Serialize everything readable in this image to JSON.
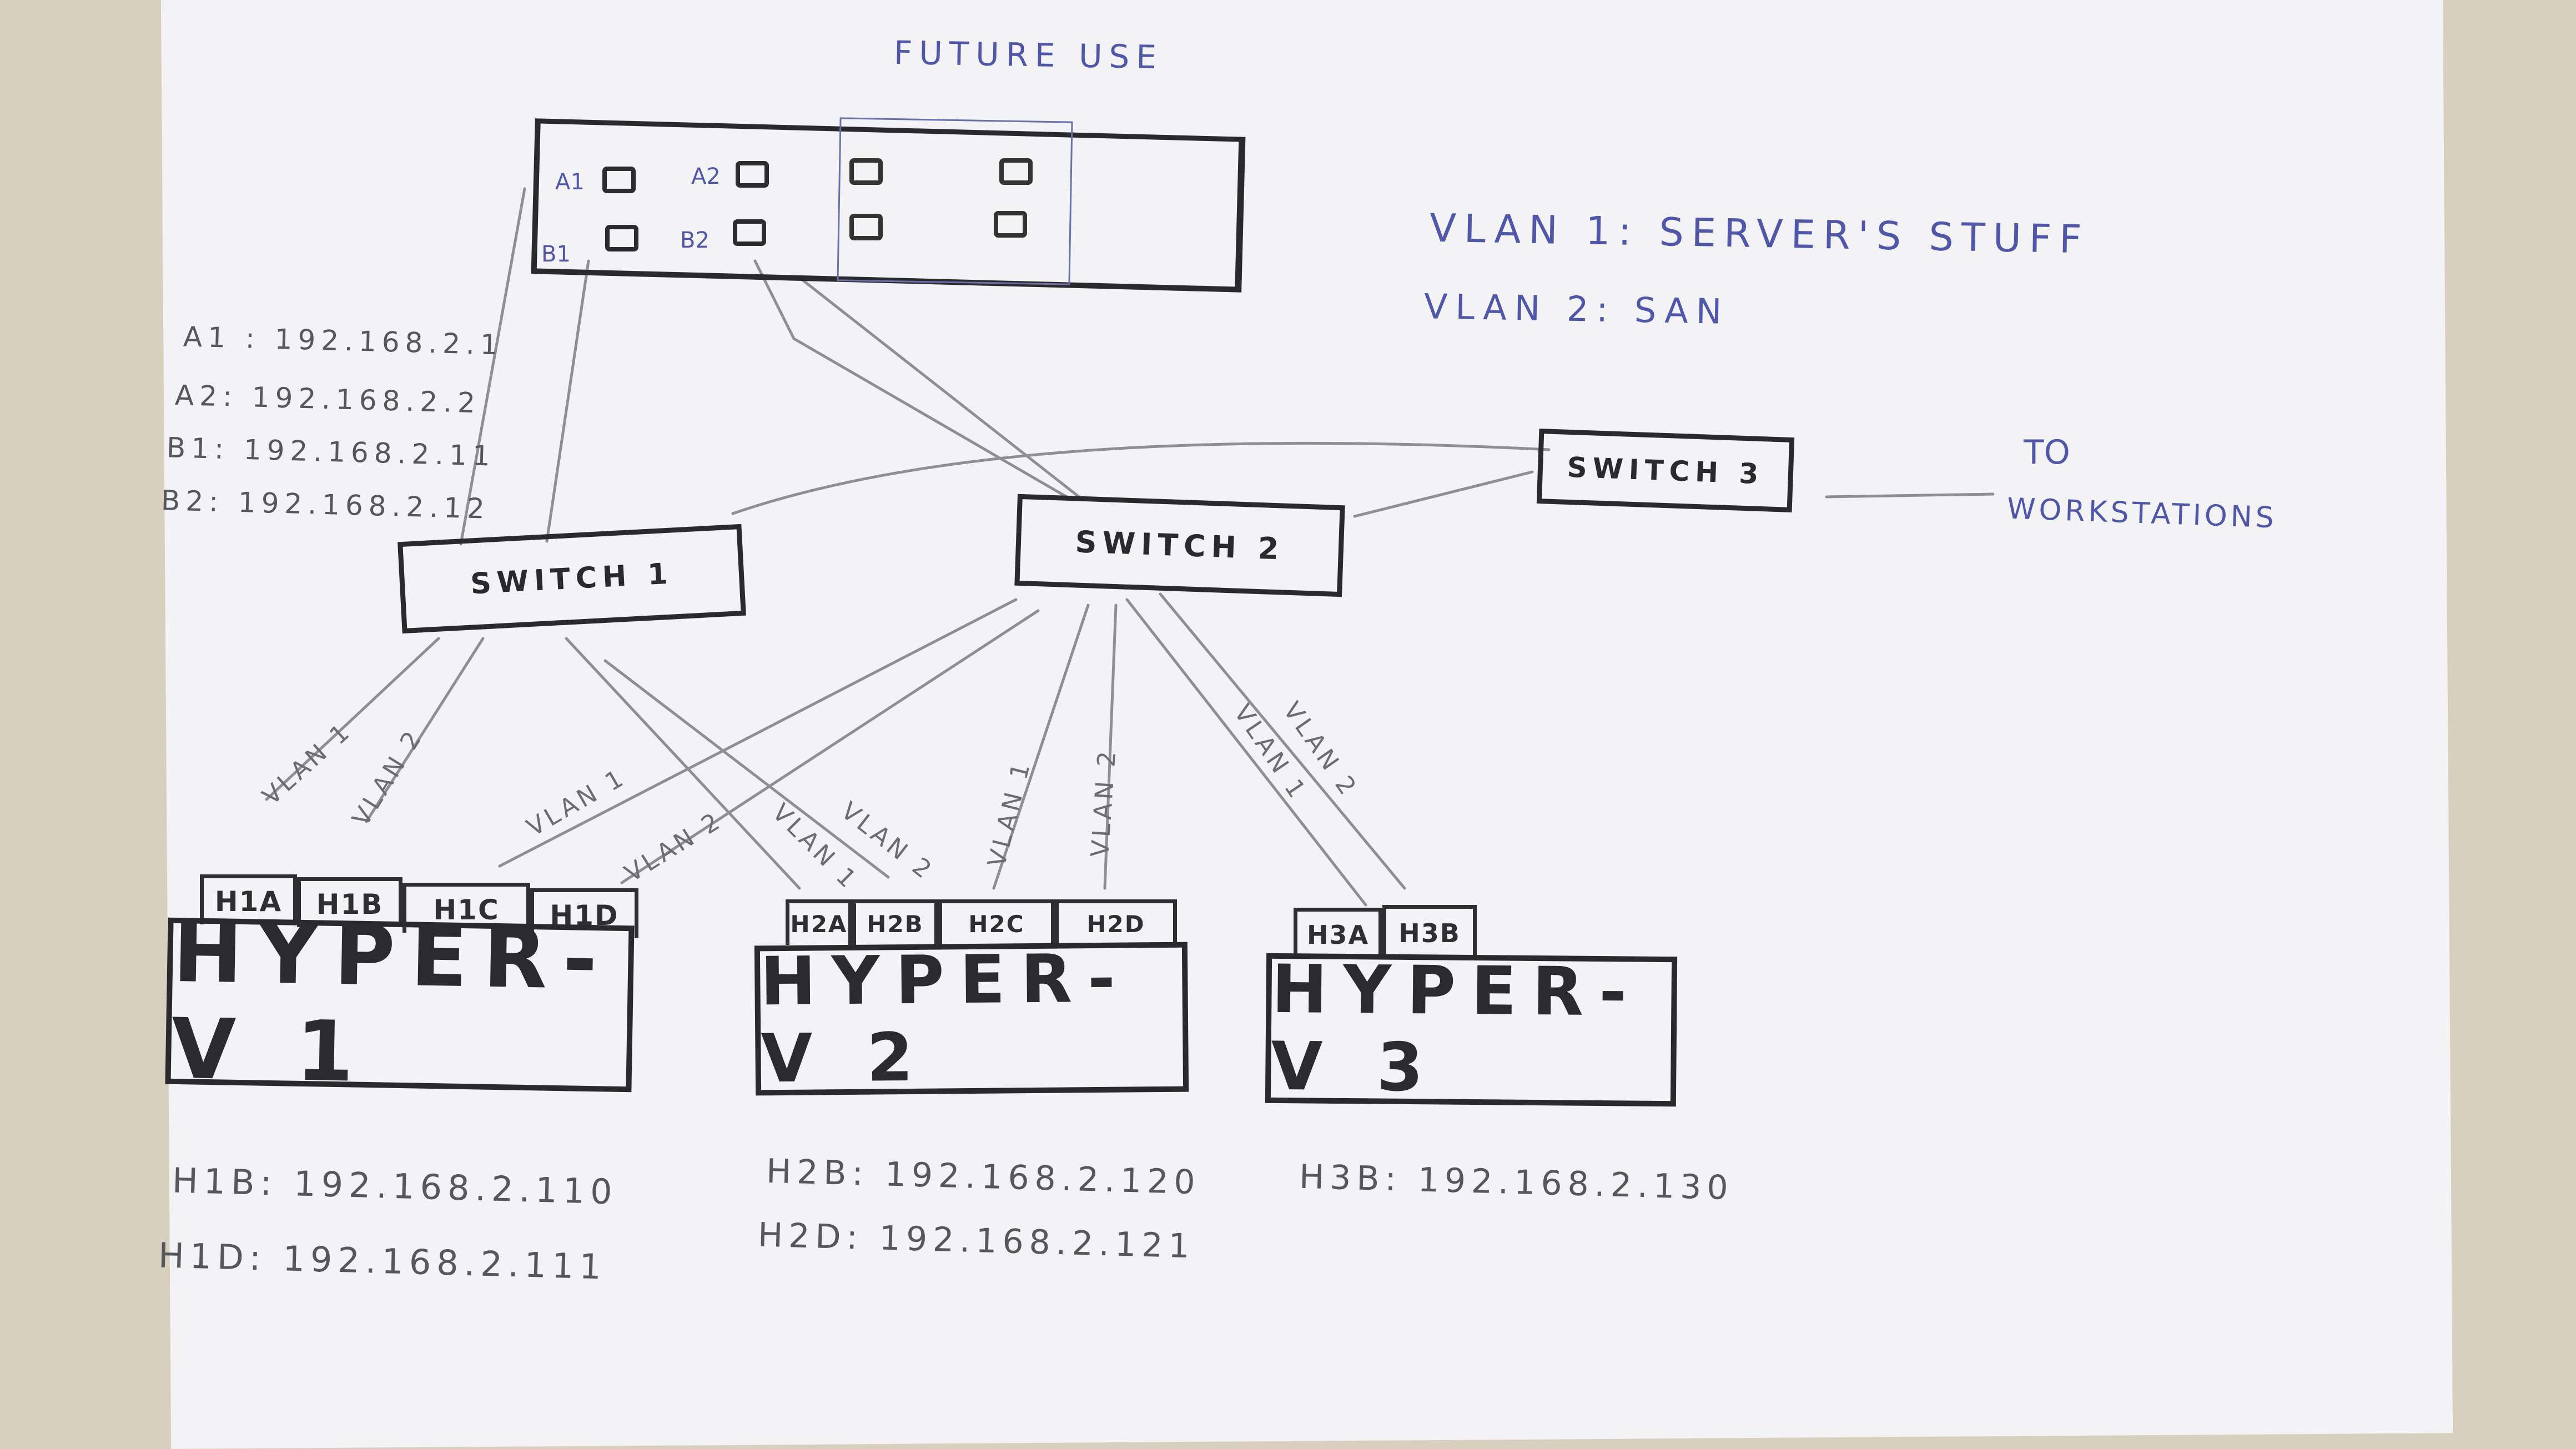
{
  "title": "FUTURE USE",
  "legend": [
    "VLAN 1: SERVER'S STUFF",
    "VLAN 2: SAN"
  ],
  "storage": {
    "ports": [
      "A1",
      "A2",
      "B1",
      "B2"
    ],
    "addresses": [
      "A1 : 192.168.2.1",
      "A2: 192.168.2.2",
      "B1: 192.168.2.11",
      "B2: 192.168.2.12"
    ]
  },
  "switches": [
    "SWITCH 1",
    "SWITCH 2",
    "SWITCH 3"
  ],
  "destination": [
    "TO",
    "WORKSTATIONS"
  ],
  "hosts": [
    {
      "name": "HYPER-V 1",
      "nics": [
        "H1A",
        "H1B",
        "H1C",
        "H1D"
      ],
      "addresses": [
        "H1B: 192.168.2.110",
        "H1D: 192.168.2.111"
      ]
    },
    {
      "name": "HYPER-V 2",
      "nics": [
        "H2A",
        "H2B",
        "H2C",
        "H2D"
      ],
      "addresses": [
        "H2B: 192.168.2.120",
        "H2D: 192.168.2.121"
      ]
    },
    {
      "name": "HYPER-V 3",
      "nics": [
        "H3A",
        "H3B"
      ],
      "addresses": [
        "H3B: 192.168.2.130"
      ]
    }
  ],
  "vlan_labels": {
    "vlan1": "VLAN 1",
    "vlan2": "VLAN 2"
  }
}
